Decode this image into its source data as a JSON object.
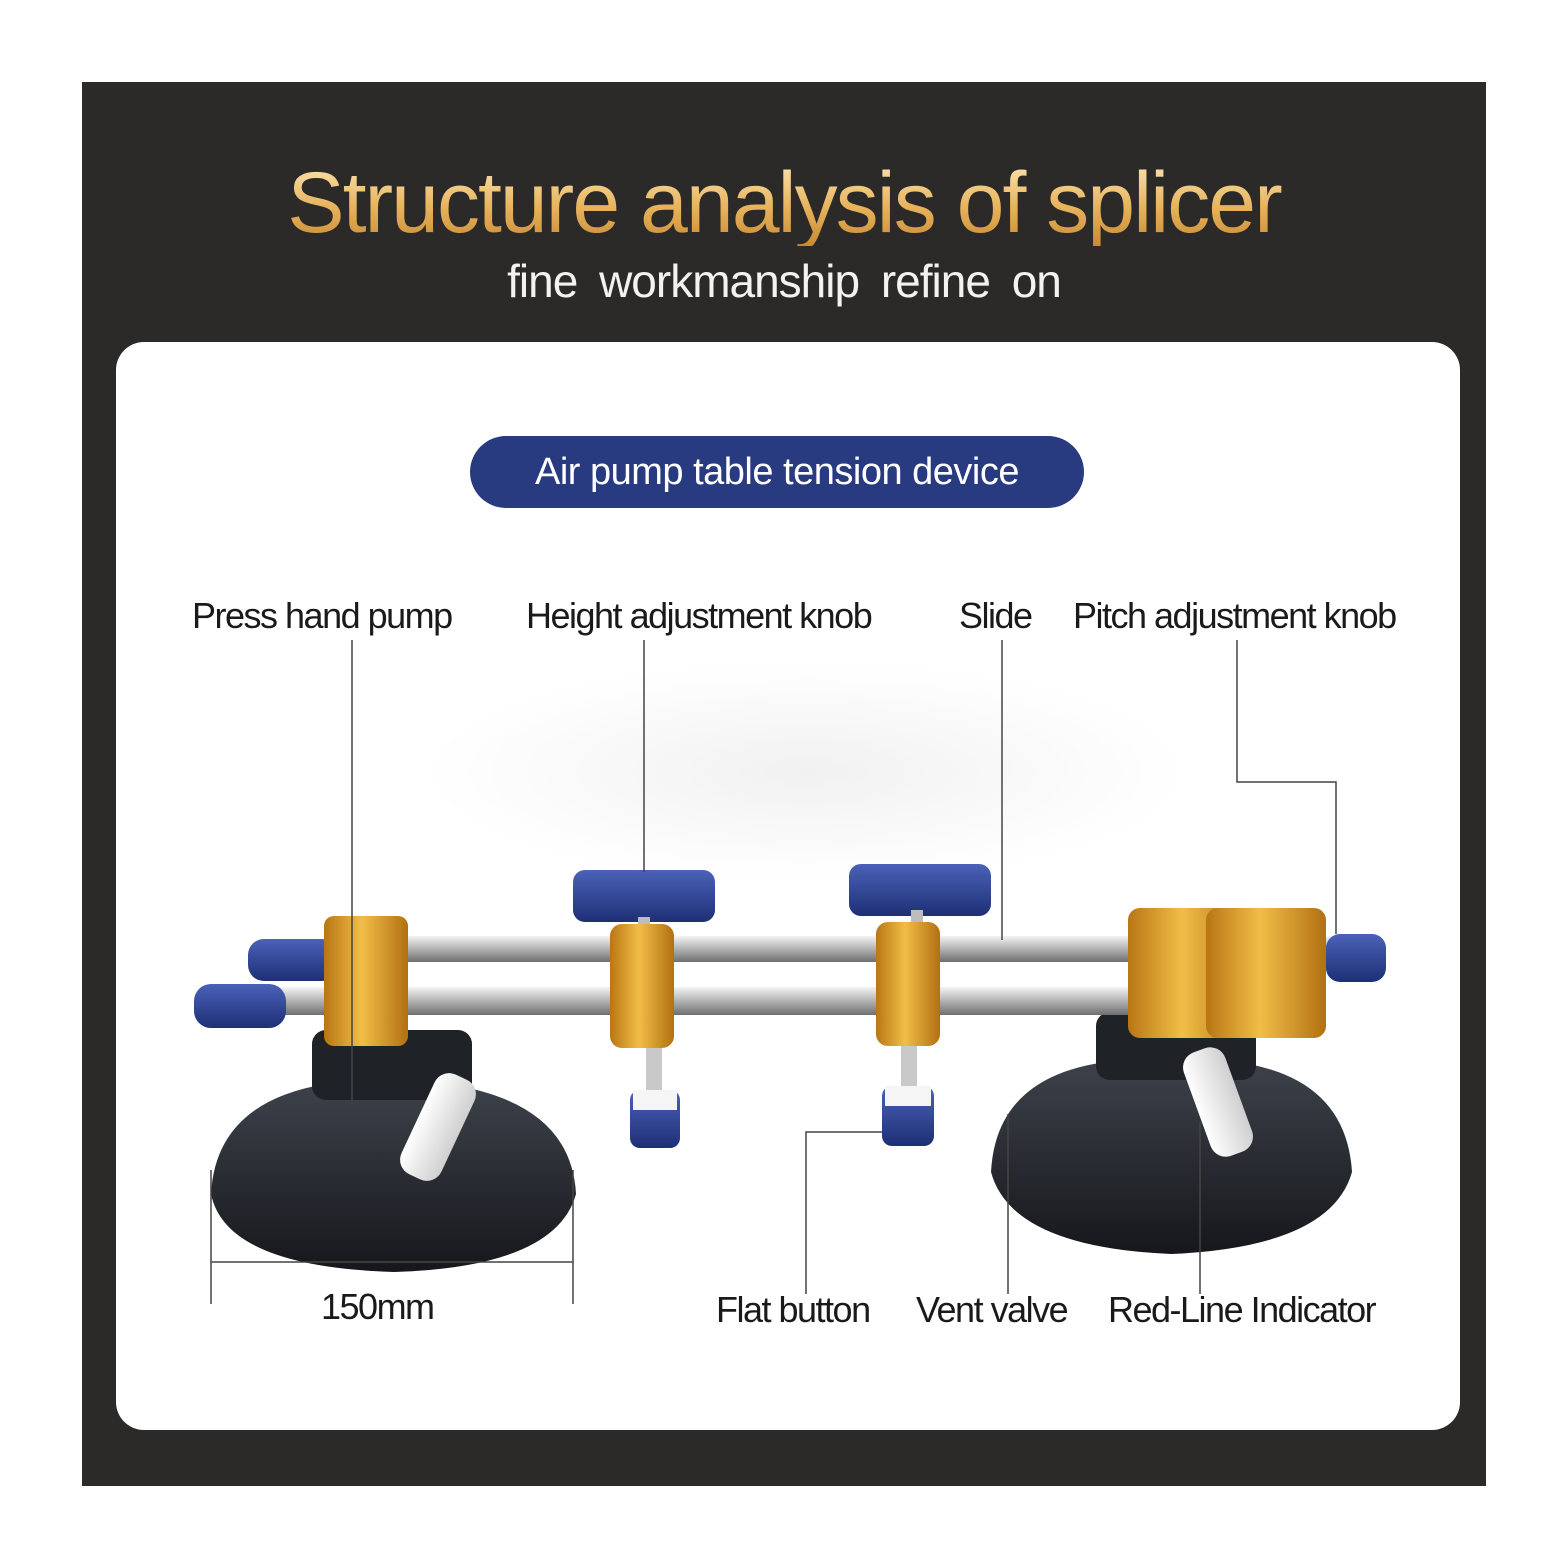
{
  "header": {
    "title": "Structure analysis of splicer",
    "subtitle": "fine  workmanship  refine on"
  },
  "device": {
    "name": "Air pump table tension device"
  },
  "callouts": {
    "press_hand_pump": "Press hand pump",
    "height_adjustment_knob": "Height adjustment knob",
    "slide": "Slide",
    "pitch_adjustment_knob": "Pitch adjustment knob",
    "flat_button": "Flat button",
    "vent_valve": "Vent valve",
    "red_line_indicator": "Red-Line Indicator"
  },
  "dimension": {
    "base_diameter": "150mm"
  },
  "colors": {
    "frame": "#2b2a29",
    "title_gold": "#e2ad55",
    "pill_blue": "#283a80",
    "anodized_gold": "#d89a22",
    "knob_blue": "#2b3f8e",
    "base_black": "#25282d"
  }
}
